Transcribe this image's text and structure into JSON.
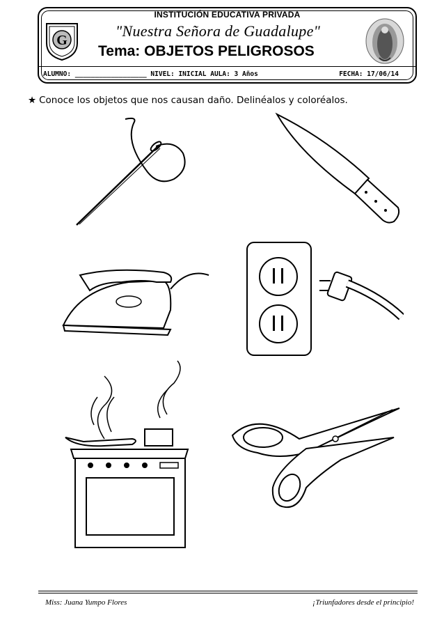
{
  "header": {
    "institution": "INSTITUCIÓN EDUCATIVA PRIVADA",
    "school_name": "\"Nuestra Señora de Guadalupe\"",
    "topic_label": "Tema:",
    "topic": "OBJETOS PELIGROSOS",
    "info_left": "ALUMNO: __________________ NIVEL: INICIAL   AULA: 3 Años",
    "info_right": "FECHA: 17/06/14",
    "logo_letter": "G"
  },
  "instruction": "Conoce los objetos que nos causan daño. Delinéalos y coloréalos.",
  "footer": {
    "left": "Miss:   Juana Yumpo Flores",
    "right": "¡Triunfadores desde el principio!"
  }
}
